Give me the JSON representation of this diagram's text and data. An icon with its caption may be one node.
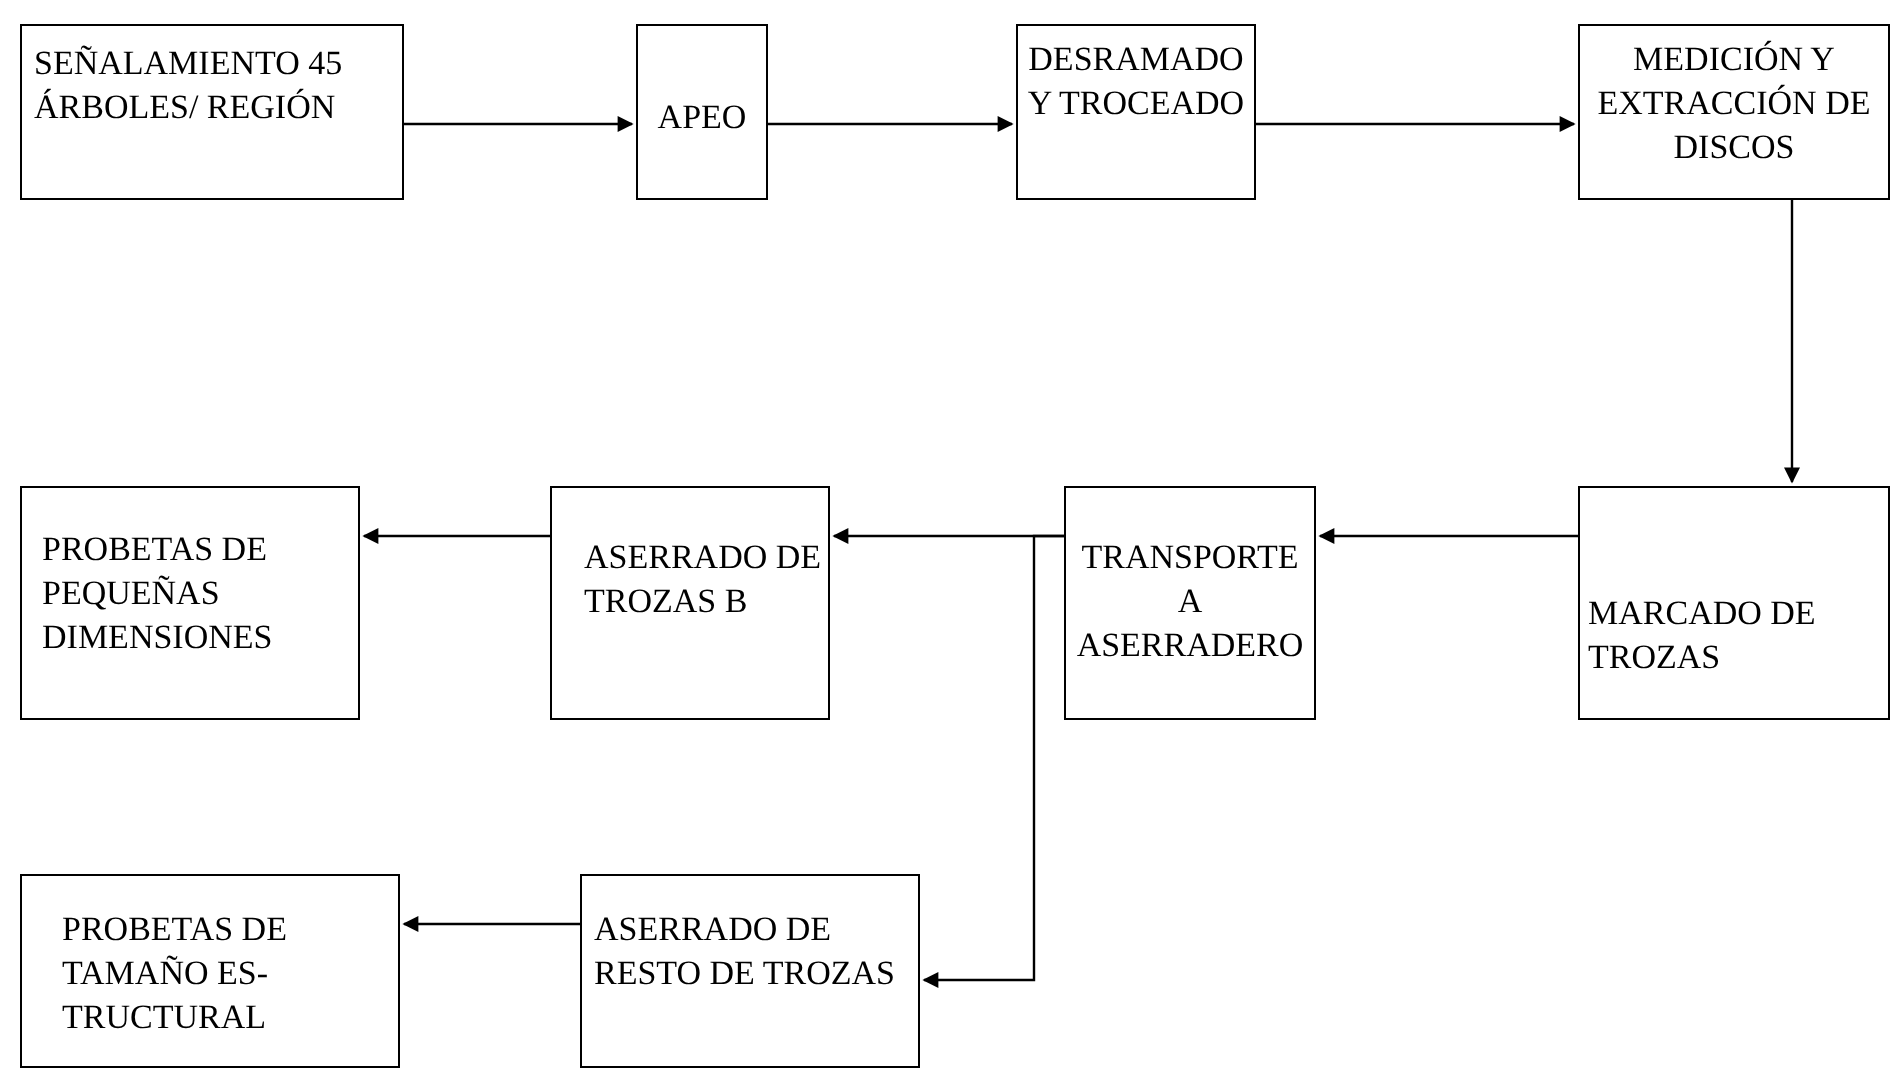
{
  "diagram": {
    "nodes": [
      {
        "text": [
          "SEÑALAMIENTO 45 ÁRBOLES/ REGIÓN"
        ]
      },
      {
        "text": [
          "APEO"
        ]
      },
      {
        "text": [
          "DESRAMADO Y TROCEADO"
        ]
      },
      {
        "text": [
          "MEDICIÓN Y EXTRACCIÓN DE DISCOS"
        ]
      },
      {
        "text": [
          "MARCADO DE TROZAS"
        ]
      },
      {
        "text": [
          "TRANSPORTE A ASERRADERO"
        ]
      },
      {
        "text": [
          "ASERRADO DE TROZAS B"
        ]
      },
      {
        "text": [
          "PROBETAS DE PEQUEÑAS DIMENSIONES"
        ]
      },
      {
        "text": [
          "ASERRADO DE RESTO DE TROZAS"
        ]
      },
      {
        "text": [
          "PROBETAS DE TAMAÑO ES- TRUCTURAL"
        ]
      }
    ],
    "edges": [
      {
        "from": 0,
        "to": 1,
        "arrow": "to"
      },
      {
        "from": 1,
        "to": 2,
        "arrow": "to"
      },
      {
        "from": 2,
        "to": 3,
        "arrow": "to"
      },
      {
        "from": 3,
        "to": 4,
        "arrow": "to"
      },
      {
        "from": 4,
        "to": 5,
        "arrow": "to"
      },
      {
        "from": 5,
        "to": 6,
        "arrow": "to"
      },
      {
        "from": 5,
        "to": 8,
        "arrow": "to"
      },
      {
        "from": 6,
        "to": 7,
        "arrow": "to"
      },
      {
        "from": 8,
        "to": 9,
        "arrow": "to"
      }
    ]
  }
}
